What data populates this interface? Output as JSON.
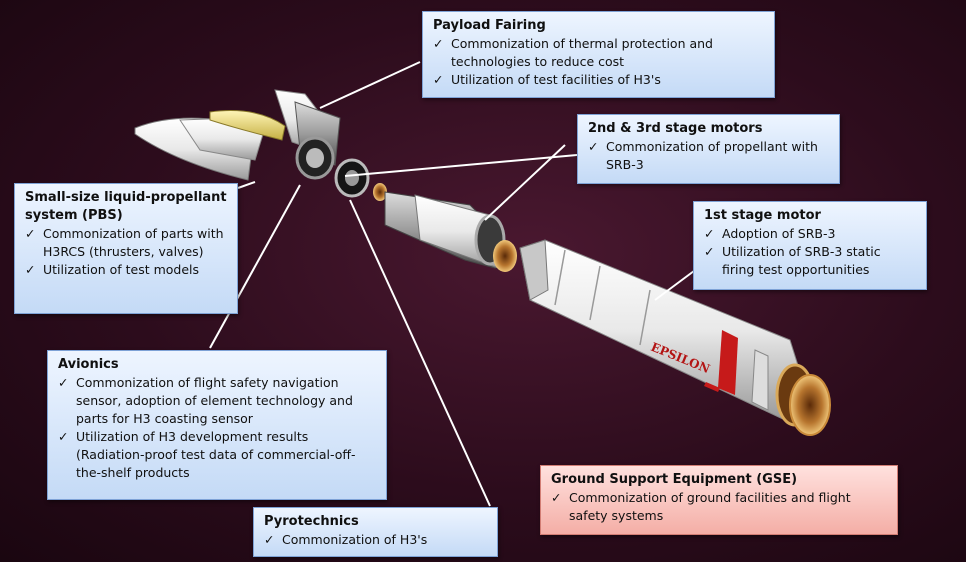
{
  "rocket": {
    "name_marking": "EPSILON"
  },
  "callouts": {
    "payload_fairing": {
      "title": "Payload Fairing",
      "items": [
        "Commonization of thermal protection and technologies to reduce cost",
        "Utilization of test facilities of H3's"
      ]
    },
    "stage_motors": {
      "title": "2nd & 3rd stage motors",
      "items": [
        "Commonization of propellant with SRB-3"
      ]
    },
    "first_stage": {
      "title": "1st stage motor",
      "items": [
        "Adoption of SRB-3",
        "Utilization of SRB-3 static firing test opportunities"
      ]
    },
    "pbs": {
      "title": "Small-size liquid-propellant system (PBS)",
      "items": [
        "Commonization of parts with H3RCS (thrusters, valves)",
        "Utilization of test models"
      ]
    },
    "avionics": {
      "title": "Avionics",
      "items": [
        "Commonization of flight safety navigation sensor, adoption of element technology and parts for H3 coasting sensor",
        "Utilization of H3 development results (Radiation-proof test data of commercial-off-the-shelf products"
      ]
    },
    "gse": {
      "title": "Ground Support Equipment (GSE)",
      "items": [
        "Commonization of ground facilities and flight safety systems"
      ]
    },
    "pyrotechnics": {
      "title": "Pyrotechnics",
      "items": [
        "Commonization of H3's"
      ]
    }
  },
  "check_glyph": "✓",
  "colors": {
    "callout_blue": "#c4daf6",
    "callout_red": "#f4aea6",
    "background": "#2c0c1c"
  }
}
